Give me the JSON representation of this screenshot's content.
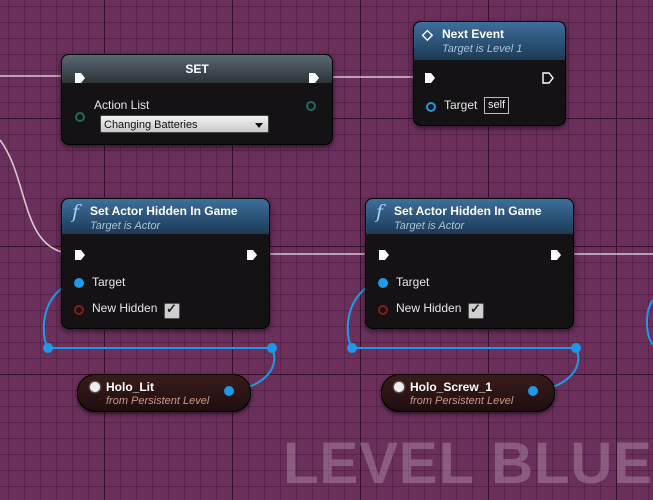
{
  "set_node": {
    "title": "SET",
    "action_list_label": "Action List",
    "action_list_value": "Changing Batteries"
  },
  "next_event": {
    "title": "Next Event",
    "subtitle": "Target is Level 1",
    "target_label": "Target",
    "target_value": "self"
  },
  "func_nodes": [
    {
      "title": "Set Actor Hidden In Game",
      "subtitle": "Target is Actor",
      "target_label": "Target",
      "new_hidden_label": "New Hidden",
      "new_hidden_checked": true
    },
    {
      "title": "Set Actor Hidden In Game",
      "subtitle": "Target is Actor",
      "target_label": "Target",
      "new_hidden_label": "New Hidden",
      "new_hidden_checked": true
    }
  ],
  "variables": [
    {
      "name": "Holo_Lit",
      "subtitle": "from Persistent Level"
    },
    {
      "name": "Holo_Screw_1",
      "subtitle": "from Persistent Level"
    }
  ],
  "watermark": "LEVEL BLUE",
  "colors": {
    "background": "#6b2f5c",
    "exec_wire": "#e6e6e6",
    "object_wire": "#1c9ae6",
    "object_pin": "#1c9ae6",
    "bool_pin": "#8b1a1a",
    "func_header": "#3e6e9c"
  },
  "icons": {
    "function": "f-function-icon",
    "event": "event-diamond-icon",
    "exec": "exec-arrow-icon"
  }
}
